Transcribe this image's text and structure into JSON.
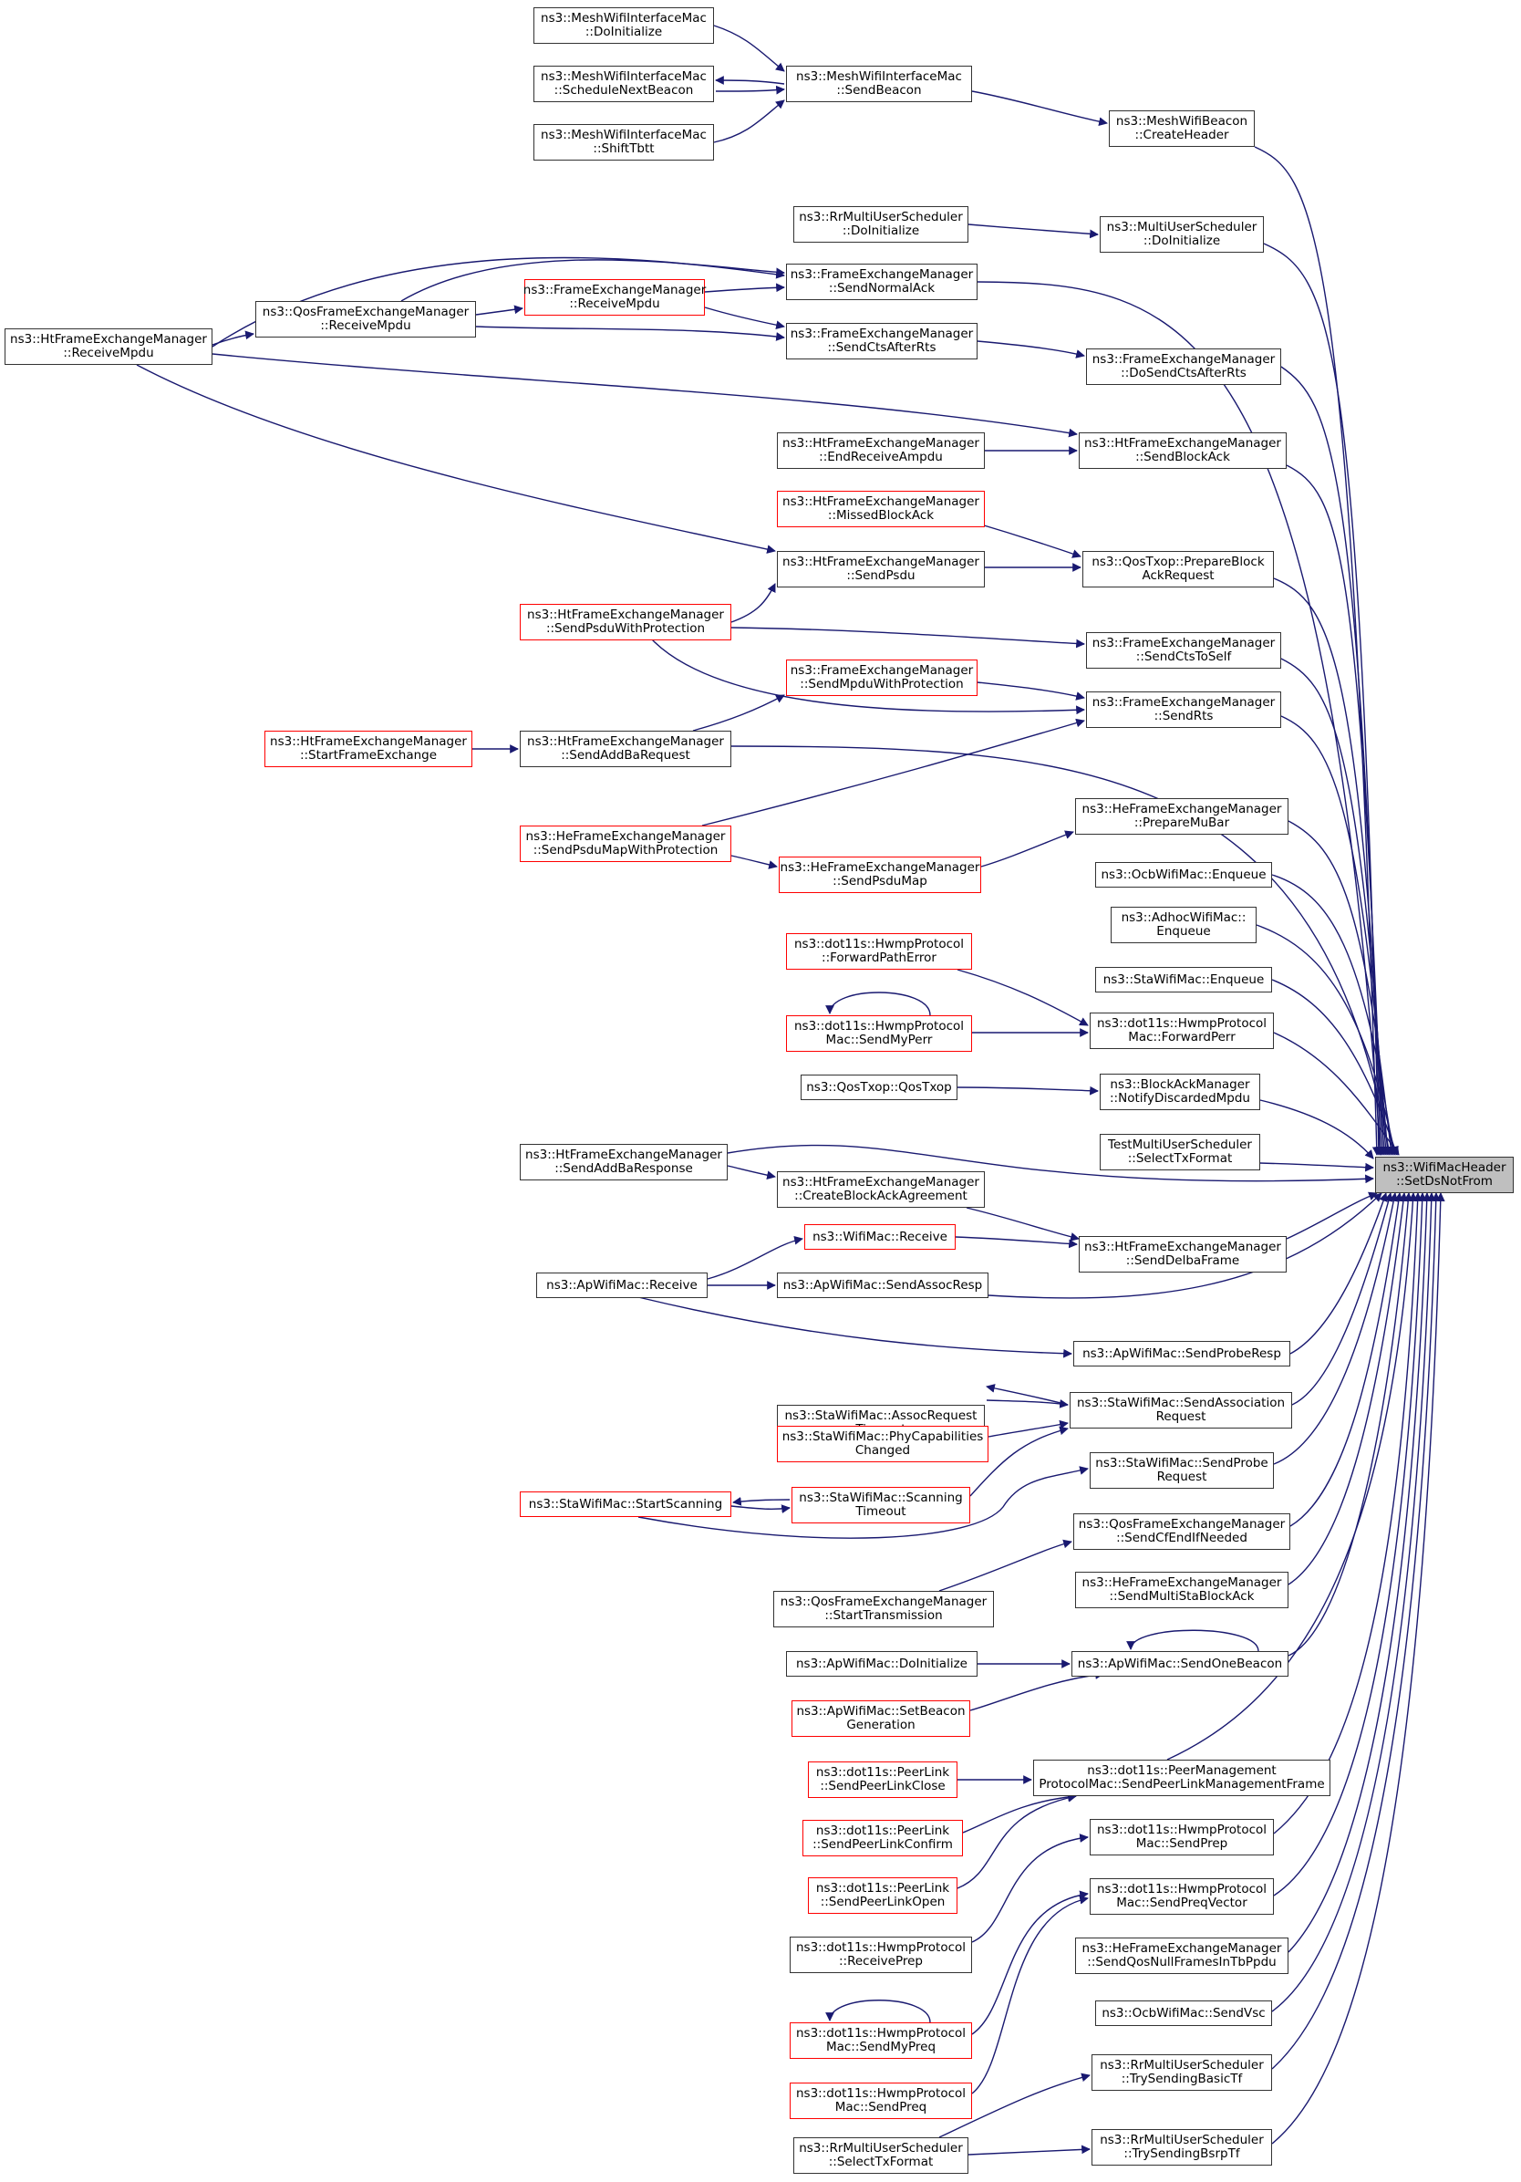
{
  "colors": {
    "edge": "#191970",
    "node_border": "#333333",
    "node_border_truncated": "#ff0000",
    "focus_fill": "#bfbfbf"
  },
  "nodes": [
    {
      "id": "focus",
      "lines": [
        "ns3::WifiMacHeader",
        "::SetDsNotFrom"
      ],
      "style": "focus"
    },
    {
      "id": "mwim_doinit",
      "lines": [
        "ns3::MeshWifiInterfaceMac",
        "::DoInitialize"
      ],
      "style": "normal"
    },
    {
      "id": "mwim_sched",
      "lines": [
        "ns3::MeshWifiInterfaceMac",
        "::ScheduleNextBeacon"
      ],
      "style": "normal"
    },
    {
      "id": "mwim_shift",
      "lines": [
        "ns3::MeshWifiInterfaceMac",
        "::ShiftTbtt"
      ],
      "style": "normal"
    },
    {
      "id": "mwim_sendbeacon",
      "lines": [
        "ns3::MeshWifiInterfaceMac",
        "::SendBeacon"
      ],
      "style": "normal"
    },
    {
      "id": "mwb_create",
      "lines": [
        "ns3::MeshWifiBeacon",
        "::CreateHeader"
      ],
      "style": "normal"
    },
    {
      "id": "rrmus_doinit",
      "lines": [
        "ns3::RrMultiUserScheduler",
        "::DoInitialize"
      ],
      "style": "normal"
    },
    {
      "id": "mus_doinit",
      "lines": [
        "ns3::MultiUserScheduler",
        "::DoInitialize"
      ],
      "style": "normal"
    },
    {
      "id": "fem_sendnormalack",
      "lines": [
        "ns3::FrameExchangeManager",
        "::SendNormalAck"
      ],
      "style": "normal"
    },
    {
      "id": "fem_receivempdu",
      "lines": [
        "ns3::FrameExchangeManager",
        "::ReceiveMpdu"
      ],
      "style": "red"
    },
    {
      "id": "qfem_receivempdu",
      "lines": [
        "ns3::QosFrameExchangeManager",
        "::ReceiveMpdu"
      ],
      "style": "normal"
    },
    {
      "id": "htfem_receivempdu",
      "lines": [
        "ns3::HtFrameExchangeManager",
        "::ReceiveMpdu"
      ],
      "style": "normal"
    },
    {
      "id": "fem_sendctsafterrts",
      "lines": [
        "ns3::FrameExchangeManager",
        "::SendCtsAfterRts"
      ],
      "style": "normal"
    },
    {
      "id": "fem_dosendcts",
      "lines": [
        "ns3::FrameExchangeManager",
        "::DoSendCtsAfterRts"
      ],
      "style": "normal"
    },
    {
      "id": "htfem_endreceive",
      "lines": [
        "ns3::HtFrameExchangeManager",
        "::EndReceiveAmpdu"
      ],
      "style": "normal"
    },
    {
      "id": "htfem_sendblockack",
      "lines": [
        "ns3::HtFrameExchangeManager",
        "::SendBlockAck"
      ],
      "style": "normal"
    },
    {
      "id": "htfem_missedblockack",
      "lines": [
        "ns3::HtFrameExchangeManager",
        "::MissedBlockAck"
      ],
      "style": "red"
    },
    {
      "id": "qostxop_prepare",
      "lines": [
        "ns3::QosTxop::PrepareBlock",
        "AckRequest"
      ],
      "style": "normal"
    },
    {
      "id": "htfem_sendpsdu",
      "lines": [
        "ns3::HtFrameExchangeManager",
        "::SendPsdu"
      ],
      "style": "normal"
    },
    {
      "id": "htfem_sendpsduwp",
      "lines": [
        "ns3::HtFrameExchangeManager",
        "::SendPsduWithProtection"
      ],
      "style": "red"
    },
    {
      "id": "fem_sendctstoself",
      "lines": [
        "ns3::FrameExchangeManager",
        "::SendCtsToSelf"
      ],
      "style": "normal"
    },
    {
      "id": "fem_sendmpduwp",
      "lines": [
        "ns3::FrameExchangeManager",
        "::SendMpduWithProtection"
      ],
      "style": "red"
    },
    {
      "id": "fem_sendrts",
      "lines": [
        "ns3::FrameExchangeManager",
        "::SendRts"
      ],
      "style": "normal"
    },
    {
      "id": "htfem_startfe",
      "lines": [
        "ns3::HtFrameExchangeManager",
        "::StartFrameExchange"
      ],
      "style": "red"
    },
    {
      "id": "htfem_sendaddbareq",
      "lines": [
        "ns3::HtFrameExchangeManager",
        "::SendAddBaRequest"
      ],
      "style": "normal"
    },
    {
      "id": "hefem_preparemubar",
      "lines": [
        "ns3::HeFrameExchangeManager",
        "::PrepareMuBar"
      ],
      "style": "normal"
    },
    {
      "id": "hefem_sendpsdumapwp",
      "lines": [
        "ns3::HeFrameExchangeManager",
        "::SendPsduMapWithProtection"
      ],
      "style": "red"
    },
    {
      "id": "hefem_sendpsdumap",
      "lines": [
        "ns3::HeFrameExchangeManager",
        "::SendPsduMap"
      ],
      "style": "red"
    },
    {
      "id": "ocb_enqueue",
      "lines": [
        "ns3::OcbWifiMac::Enqueue"
      ],
      "style": "normal"
    },
    {
      "id": "adhoc_enqueue",
      "lines": [
        "ns3::AdhocWifiMac::",
        "Enqueue"
      ],
      "style": "normal"
    },
    {
      "id": "sta_enqueue",
      "lines": [
        "ns3::StaWifiMac::Enqueue"
      ],
      "style": "normal"
    },
    {
      "id": "hwmp_fwdpatherr",
      "lines": [
        "ns3::dot11s::HwmpProtocol",
        "::ForwardPathError"
      ],
      "style": "red"
    },
    {
      "id": "hwmpmac_sendmyperr",
      "lines": [
        "ns3::dot11s::HwmpProtocol",
        "Mac::SendMyPerr"
      ],
      "style": "red"
    },
    {
      "id": "hwmpmac_fwdperr",
      "lines": [
        "ns3::dot11s::HwmpProtocol",
        "Mac::ForwardPerr"
      ],
      "style": "normal"
    },
    {
      "id": "qostxop_qostxop",
      "lines": [
        "ns3::QosTxop::QosTxop"
      ],
      "style": "normal"
    },
    {
      "id": "bam_notify",
      "lines": [
        "ns3::BlockAckManager",
        "::NotifyDiscardedMpdu"
      ],
      "style": "normal"
    },
    {
      "id": "test_selecttx",
      "lines": [
        "TestMultiUserScheduler",
        "::SelectTxFormat"
      ],
      "style": "normal"
    },
    {
      "id": "htfem_sendaddbaresp",
      "lines": [
        "ns3::HtFrameExchangeManager",
        "::SendAddBaResponse"
      ],
      "style": "normal"
    },
    {
      "id": "htfem_createbaa",
      "lines": [
        "ns3::HtFrameExchangeManager",
        "::CreateBlockAckAgreement"
      ],
      "style": "normal"
    },
    {
      "id": "wifimac_receive",
      "lines": [
        "ns3::WifiMac::Receive"
      ],
      "style": "red"
    },
    {
      "id": "htfem_senddelba",
      "lines": [
        "ns3::HtFrameExchangeManager",
        "::SendDelbaFrame"
      ],
      "style": "normal"
    },
    {
      "id": "ap_receive",
      "lines": [
        "ns3::ApWifiMac::Receive"
      ],
      "style": "normal"
    },
    {
      "id": "ap_sendassocresp",
      "lines": [
        "ns3::ApWifiMac::SendAssocResp"
      ],
      "style": "normal"
    },
    {
      "id": "ap_sendproberesp",
      "lines": [
        "ns3::ApWifiMac::SendProbeResp"
      ],
      "style": "normal"
    },
    {
      "id": "sta_assocreqtimeout",
      "lines": [
        "ns3::StaWifiMac::AssocRequest",
        "Timeout"
      ],
      "style": "normal"
    },
    {
      "id": "sta_sendassocreq",
      "lines": [
        "ns3::StaWifiMac::SendAssociation",
        "Request"
      ],
      "style": "normal"
    },
    {
      "id": "sta_phycap",
      "lines": [
        "ns3::StaWifiMac::PhyCapabilities",
        "Changed"
      ],
      "style": "red"
    },
    {
      "id": "sta_sendprobereq",
      "lines": [
        "ns3::StaWifiMac::SendProbe",
        "Request"
      ],
      "style": "normal"
    },
    {
      "id": "sta_startscanning",
      "lines": [
        "ns3::StaWifiMac::StartScanning"
      ],
      "style": "red"
    },
    {
      "id": "sta_scanningtimeout",
      "lines": [
        "ns3::StaWifiMac::Scanning",
        "Timeout"
      ],
      "style": "red"
    },
    {
      "id": "qfem_sendcfend",
      "lines": [
        "ns3::QosFrameExchangeManager",
        "::SendCfEndIfNeeded"
      ],
      "style": "normal"
    },
    {
      "id": "qfem_starttx",
      "lines": [
        "ns3::QosFrameExchangeManager",
        "::StartTransmission"
      ],
      "style": "normal"
    },
    {
      "id": "hefem_sendmultista",
      "lines": [
        "ns3::HeFrameExchangeManager",
        "::SendMultiStaBlockAck"
      ],
      "style": "normal"
    },
    {
      "id": "ap_doinit",
      "lines": [
        "ns3::ApWifiMac::DoInitialize"
      ],
      "style": "normal"
    },
    {
      "id": "ap_sendonebeacon",
      "lines": [
        "ns3::ApWifiMac::SendOneBeacon"
      ],
      "style": "normal"
    },
    {
      "id": "ap_setbeacongen",
      "lines": [
        "ns3::ApWifiMac::SetBeacon",
        "Generation"
      ],
      "style": "red"
    },
    {
      "id": "pl_sendclose",
      "lines": [
        "ns3::dot11s::PeerLink",
        "::SendPeerLinkClose"
      ],
      "style": "red"
    },
    {
      "id": "pmpm_sendplmf",
      "lines": [
        "ns3::dot11s::PeerManagement",
        "ProtocolMac::SendPeerLinkManagementFrame"
      ],
      "style": "normal"
    },
    {
      "id": "pl_sendconfirm",
      "lines": [
        "ns3::dot11s::PeerLink",
        "::SendPeerLinkConfirm"
      ],
      "style": "red"
    },
    {
      "id": "pl_sendopen",
      "lines": [
        "ns3::dot11s::PeerLink",
        "::SendPeerLinkOpen"
      ],
      "style": "red"
    },
    {
      "id": "hwmpmac_sendprep",
      "lines": [
        "ns3::dot11s::HwmpProtocol",
        "Mac::SendPrep"
      ],
      "style": "normal"
    },
    {
      "id": "hwmpmac_sendpreqvec",
      "lines": [
        "ns3::dot11s::HwmpProtocol",
        "Mac::SendPreqVector"
      ],
      "style": "normal"
    },
    {
      "id": "hwmp_receiveprep",
      "lines": [
        "ns3::dot11s::HwmpProtocol",
        "::ReceivePrep"
      ],
      "style": "normal"
    },
    {
      "id": "hefem_sendqosnull",
      "lines": [
        "ns3::HeFrameExchangeManager",
        "::SendQosNullFramesInTbPpdu"
      ],
      "style": "normal"
    },
    {
      "id": "hwmpmac_sendmypreq",
      "lines": [
        "ns3::dot11s::HwmpProtocol",
        "Mac::SendMyPreq"
      ],
      "style": "red"
    },
    {
      "id": "ocb_sendvsc",
      "lines": [
        "ns3::OcbWifiMac::SendVsc"
      ],
      "style": "normal"
    },
    {
      "id": "hwmpmac_sendpreq",
      "lines": [
        "ns3::dot11s::HwmpProtocol",
        "Mac::SendPreq"
      ],
      "style": "red"
    },
    {
      "id": "rrmus_trybasictf",
      "lines": [
        "ns3::RrMultiUserScheduler",
        "::TrySendingBasicTf"
      ],
      "style": "normal"
    },
    {
      "id": "rrmus_selecttx",
      "lines": [
        "ns3::RrMultiUserScheduler",
        "::SelectTxFormat"
      ],
      "style": "normal"
    },
    {
      "id": "rrmus_trybsrptf",
      "lines": [
        "ns3::RrMultiUserScheduler",
        "::TrySendingBsrpTf"
      ],
      "style": "normal"
    }
  ]
}
